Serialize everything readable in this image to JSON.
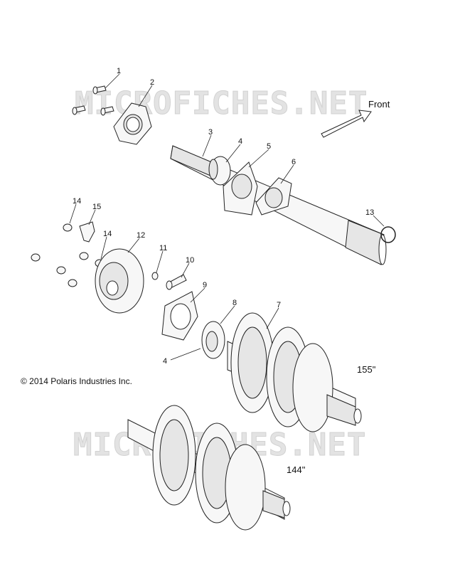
{
  "watermarks": [
    "MICROFICHES.NET",
    "MICROFICHES.NET"
  ],
  "front_label": "Front",
  "copyright": "© 2014 Polaris Industries Inc.",
  "variants": {
    "v155": "155\"",
    "v144": "144\""
  },
  "callouts": [
    "1",
    "2",
    "3",
    "4",
    "5",
    "6",
    "13",
    "14",
    "15",
    "14",
    "12",
    "11",
    "10",
    "9",
    "8",
    "7",
    "4"
  ]
}
